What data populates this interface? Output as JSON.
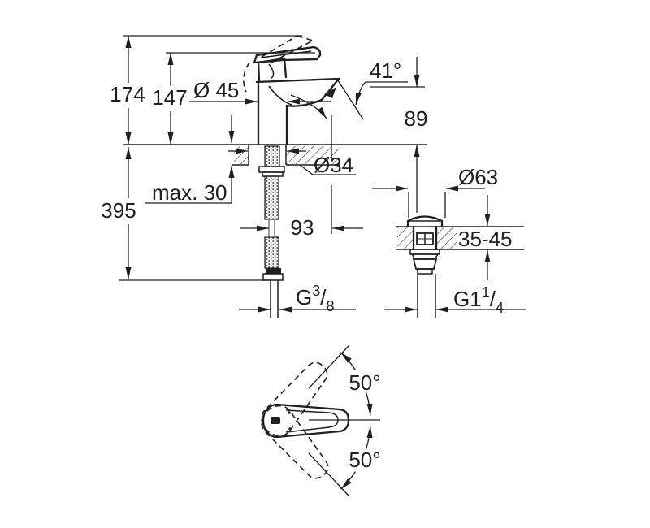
{
  "side_view": {
    "total_height": "174",
    "height_to_lever_top": "147",
    "body_diameter": "Ø 45",
    "spout_angle": "41°",
    "spout_outlet_height": "89",
    "max_mounting_thickness": "max. 30",
    "supply_hose_length": "395",
    "mounting_hole_diameter": "Ø34",
    "spout_projection": "93",
    "supply_thread": {
      "base": "G",
      "sup": "3",
      "slash": "/",
      "sub": "8"
    }
  },
  "drain_view": {
    "flange_diameter": "Ø63",
    "basin_thickness_range": "35-45",
    "waste_thread": {
      "base": "G1",
      "sup": "1",
      "slash": "/",
      "sub": "4"
    }
  },
  "top_view": {
    "swing_angle_up": "50°",
    "swing_angle_down": "50°"
  }
}
